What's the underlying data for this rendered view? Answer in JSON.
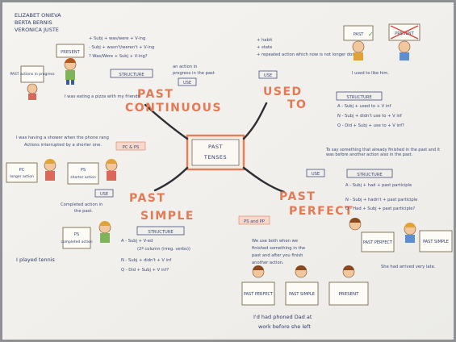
{
  "authors": [
    "ELIZABET ONIEVA",
    "BERTA BERNIS",
    "VERONICA JUSTE"
  ],
  "center": {
    "line1": "PAST",
    "line2": "TENSES"
  },
  "past_continuous": {
    "title_line1": "PAST",
    "title_line2": "CONTINUOUS",
    "use_label": "USE",
    "structure_label": "STRUCTURE",
    "use_text": [
      "an action in",
      "progress in the past"
    ],
    "structure_lines": [
      "+ Subj + was/were + V-ing",
      "- Subj + wasn't/weren't + V-ing",
      "? Was/Were + Subj + V-ing?"
    ],
    "example": "I was eating a pizza with my friends",
    "example2": "I was having a shower when the phone rang",
    "example2_note": "Actions interrupted by a shorter one.",
    "badge": "PC & PS",
    "present_sign": "PRESENT",
    "past_sign": "PAST actions in progress"
  },
  "used_to": {
    "title_line1": "USED",
    "title_line2": "TO",
    "use_label": "USE",
    "structure_label": "STRUCTURE",
    "use_lines": [
      "+ habit",
      "+ state",
      "+ repeated action which now is not longer done"
    ],
    "structure_lines": [
      "A - Subj + used to + V inf",
      "N - Subj + didn't use to + V inf",
      "Q - Did + Subj + use to + V inf?"
    ],
    "example": "I used to like him.",
    "sign_past": "PAST",
    "sign_present": "PRESENT"
  },
  "past_simple": {
    "title_line1": "PAST",
    "title_line2": "SIMPLE",
    "use_label": "USE",
    "structure_label": "STRUCTURE",
    "use_text": [
      "Completed action in",
      "the past."
    ],
    "structure_lines": [
      "A - Subj + V-ed",
      "(2ª column (irreg. verbs))",
      "N - Subj + didn't + V inf",
      "Q - Did + Subj + V inf?"
    ],
    "example": "I played tennis",
    "sign_pc": "PC",
    "sign_pc_sub": "longer action",
    "sign_ps": "PS",
    "sign_ps_sub": "shorter action",
    "sign_completed": "PS",
    "sign_completed_sub": "completed action"
  },
  "past_perfect": {
    "title_line1": "PAST",
    "title_line2": "PERFECT",
    "use_label": "USE",
    "structure_label": "STRUCTURE",
    "use_text": [
      "To say something that already finished in the past and it was before another action also in the past."
    ],
    "structure_lines": [
      "A - Subj + had + past participle",
      "N - Subj + hadn't + past participle",
      "Q - Had + Subj + past participle?"
    ],
    "badge": "PS and PP",
    "note": [
      "We use both when we",
      "finished something in the",
      "past and after you finish",
      "another action."
    ],
    "sign_pp": "PAST PERFECT",
    "sign_ps": "PAST SIMPLE",
    "example": "She had arrived very late.",
    "timeline": [
      "PAST PERFECT",
      "PAST SIMPLE",
      "PRESENT"
    ],
    "bottom_example": [
      "I'd had phoned Dad at",
      "work before she left"
    ]
  },
  "colors": {
    "title": "#e27a56",
    "ink": "#2f3a6a",
    "paper": "#f4f2ee",
    "accent": "#e9917a"
  }
}
